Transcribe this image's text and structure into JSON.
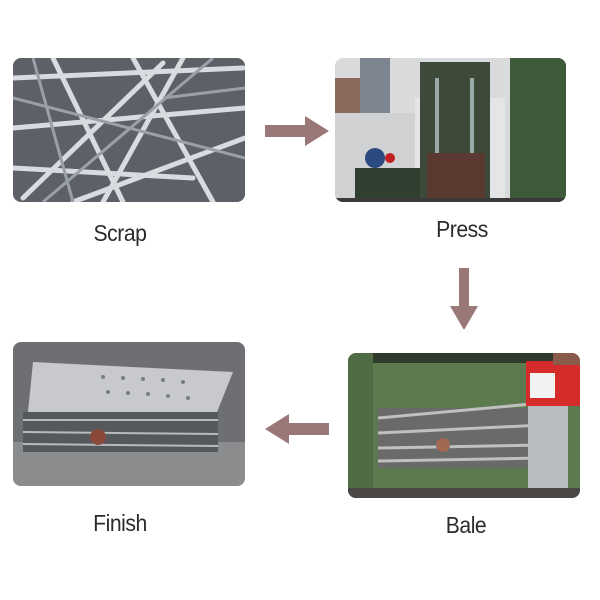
{
  "steps": [
    {
      "id": "scrap",
      "label": "Scrap"
    },
    {
      "id": "press",
      "label": "Press"
    },
    {
      "id": "bale",
      "label": "Bale"
    },
    {
      "id": "finish",
      "label": "Finish"
    }
  ],
  "colors": {
    "arrow": "#9b7878",
    "background": "#ffffff",
    "label": "#2b2b2b"
  }
}
